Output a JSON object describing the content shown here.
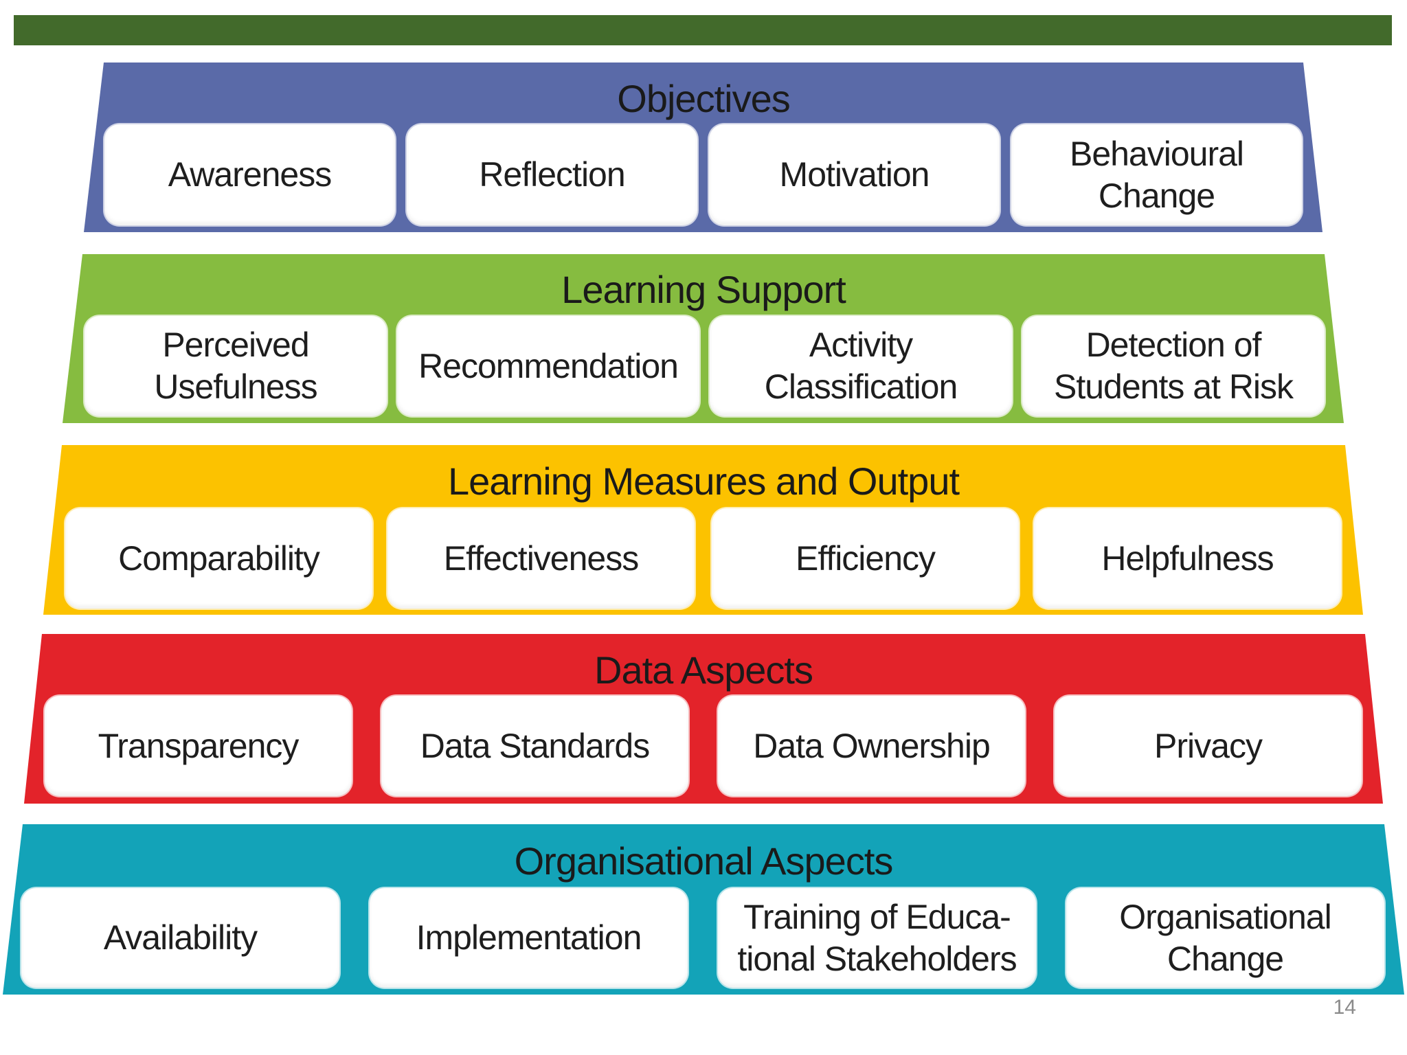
{
  "slide": {
    "page_number": "14",
    "accent_bar_color": "#426a2b"
  },
  "layers": [
    {
      "title": "Objectives",
      "color": "#5a6aa8",
      "items": [
        "Awareness",
        "Reflection",
        "Motivation",
        "Behavioural\nChange"
      ]
    },
    {
      "title": "Learning Support",
      "color": "#86bc40",
      "items": [
        "Perceived\nUsefulness",
        "Recommendation",
        "Activity\nClassification",
        "Detection of\nStudents at Risk"
      ]
    },
    {
      "title": "Learning Measures and Output",
      "color": "#fcc200",
      "items": [
        "Comparability",
        "Effectiveness",
        "Efficiency",
        "Helpfulness"
      ]
    },
    {
      "title": "Data Aspects",
      "color": "#e3232a",
      "items": [
        "Transparency",
        "Data Standards",
        "Data Ownership",
        "Privacy"
      ]
    },
    {
      "title": "Organisational Aspects",
      "color": "#13a3b8",
      "items": [
        "Availability",
        "Implementation",
        "Training of Educa-\ntional Stakeholders",
        "Organisational\nChange"
      ]
    }
  ]
}
